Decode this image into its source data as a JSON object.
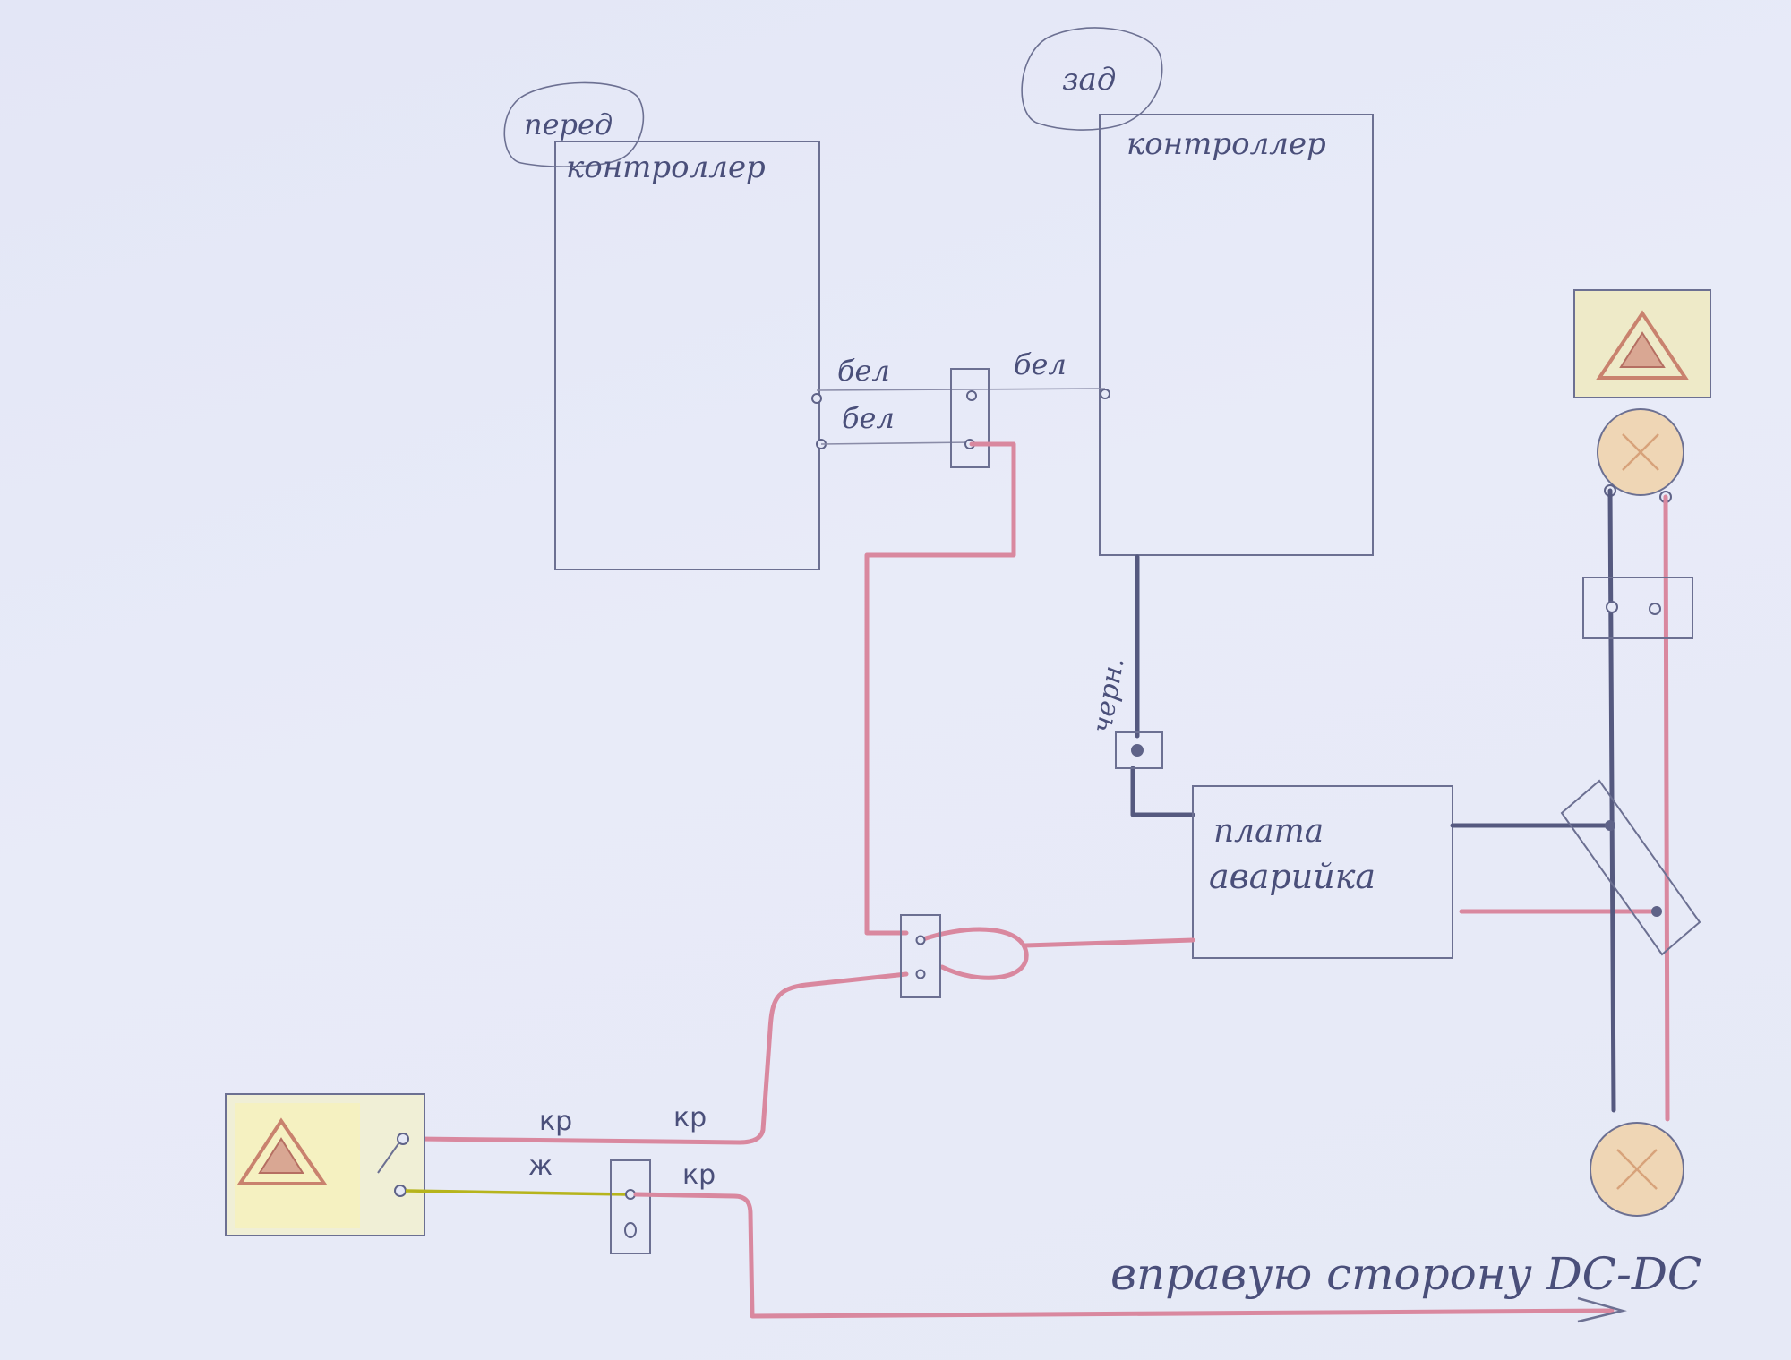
{
  "diagram": {
    "front_controller": {
      "bubble_label": "перед",
      "box_label": "контроллер"
    },
    "rear_controller": {
      "bubble_label": "зад",
      "box_label": "контроллер"
    },
    "wires": {
      "white_top_left": "бел",
      "white_bottom_left": "бел",
      "white_top_right": "бел",
      "black_label": "черн.",
      "red_switch_top_1": "кр",
      "red_switch_top_2": "кр",
      "yellow_mark": "ж",
      "red_bottom": "кр"
    },
    "hazard_board": {
      "label_line1": "плата",
      "label_line2": "аварийка"
    },
    "footer_note": "вправую сторону DC-DC"
  },
  "colors": {
    "paper": "#e6e9f7",
    "pencil": "#6c7092",
    "red_wire": "#d9889f",
    "black_wire": "#55597f",
    "yellow_wire": "#b6b41c",
    "hazard_triangle": "#c9826e",
    "lamp_fill": "#efd6b5"
  },
  "icons": [
    "hazard-button-icon",
    "hazard-indicator-icon",
    "lamp-icon"
  ]
}
